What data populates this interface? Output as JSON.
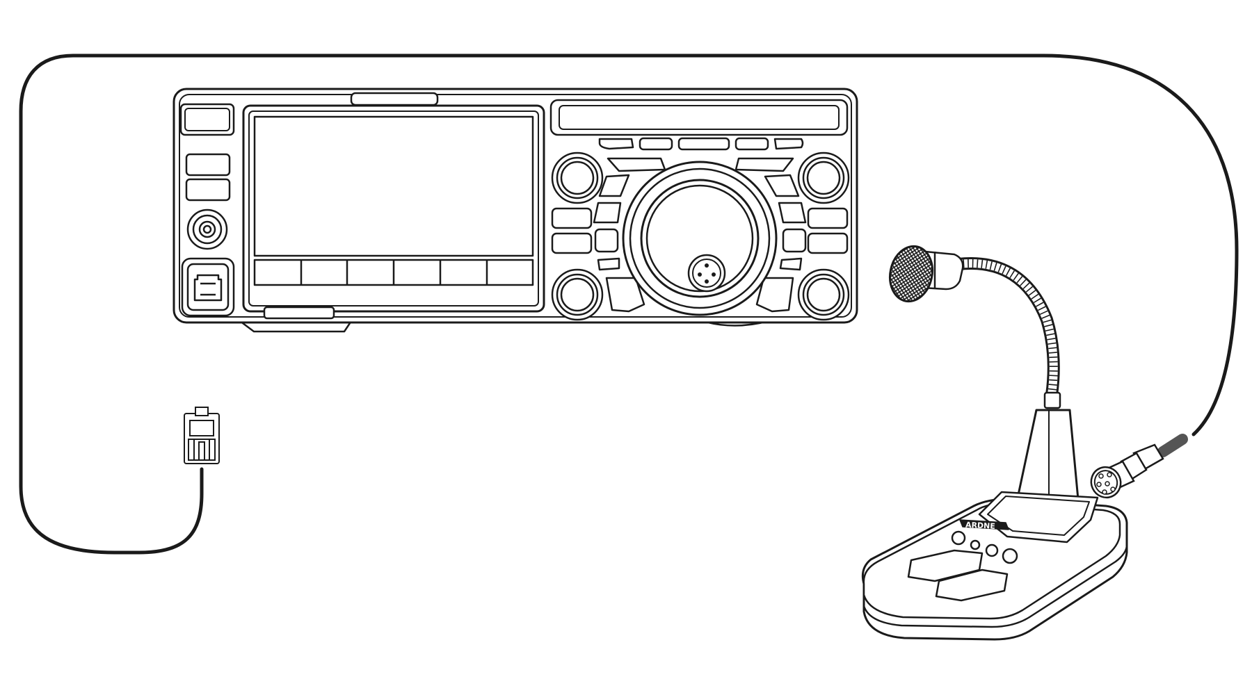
{
  "diagram": {
    "line_color": "#1a1a1a",
    "fill_color": "#ffffff",
    "cable_accent_color": "#555555",
    "components": [
      {
        "id": "transceiver",
        "icon": "radio-transceiver-icon"
      },
      {
        "id": "desk-microphone",
        "icon": "desk-microphone-icon"
      },
      {
        "id": "rj45-plug",
        "icon": "rj45-plug-icon"
      },
      {
        "id": "mic-connector",
        "icon": "circular-connector-icon"
      },
      {
        "id": "microphone-cable",
        "icon": "cable-icon"
      }
    ],
    "microphone": {
      "brand_label": "ARDNE"
    }
  }
}
